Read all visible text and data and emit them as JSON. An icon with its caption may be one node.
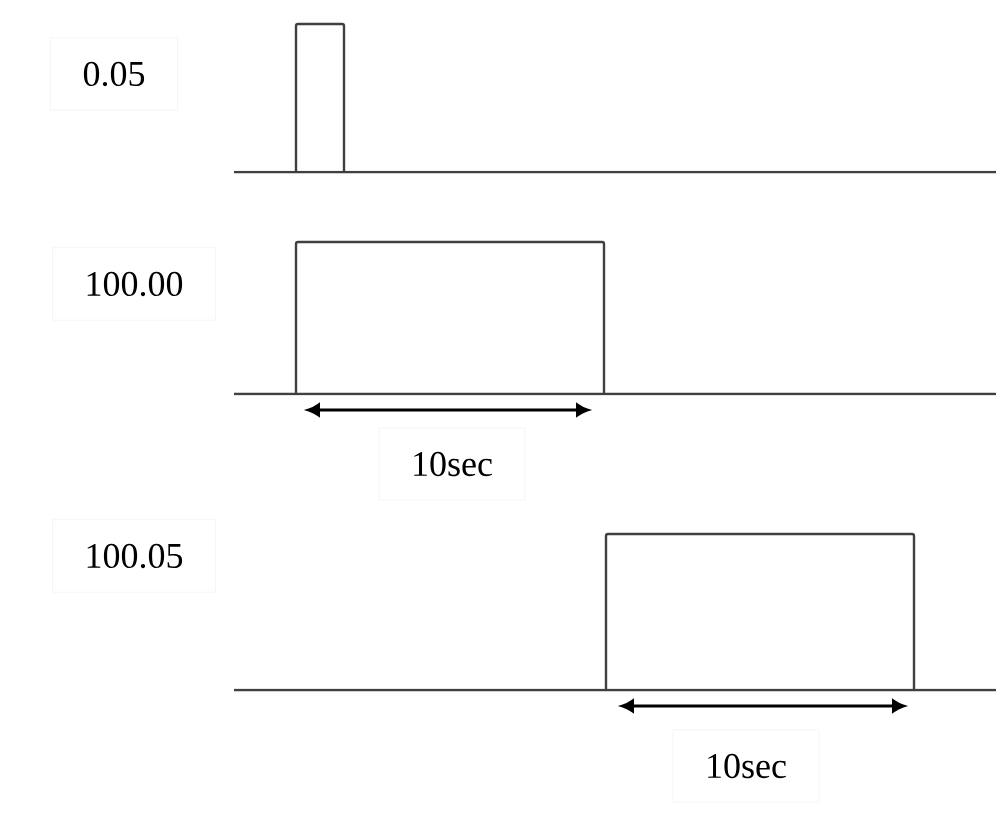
{
  "diagram": {
    "labels": [
      "0.05",
      "100.00",
      "10sec",
      "100.05",
      "10sec"
    ]
  }
}
